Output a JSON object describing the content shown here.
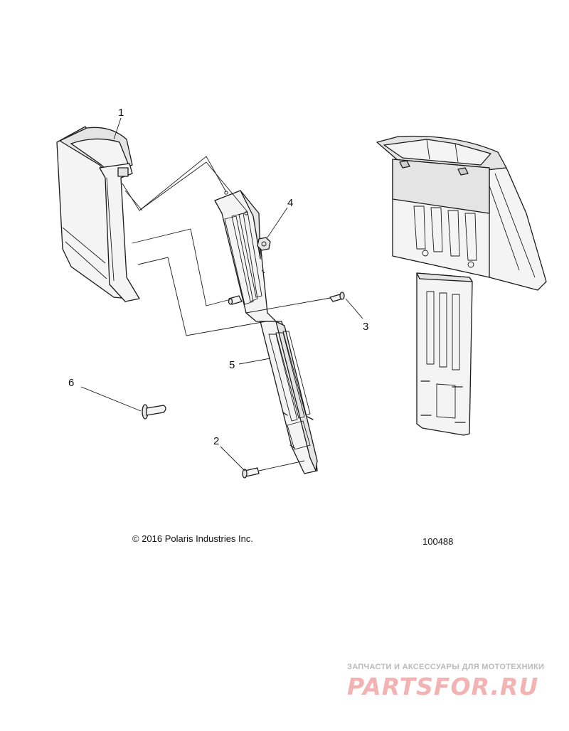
{
  "callouts": [
    {
      "id": "1",
      "label": "1"
    },
    {
      "id": "2",
      "label": "2"
    },
    {
      "id": "3",
      "label": "3"
    },
    {
      "id": "4",
      "label": "4"
    },
    {
      "id": "5",
      "label": "5"
    },
    {
      "id": "6",
      "label": "6"
    }
  ],
  "footer": {
    "copyright": "© 2016 Polaris Industries Inc.",
    "drawing_number": "100488"
  },
  "watermark": {
    "tagline": "ЗАПЧАСТИ И АКСЕССУАРЫ ДЛЯ МОТОТЕХНИКИ",
    "logo_text": "PARTSFOR.RU",
    "logo_color": "#f3b3b3"
  },
  "colors": {
    "line": "#1a1a1a",
    "background": "#ffffff"
  }
}
